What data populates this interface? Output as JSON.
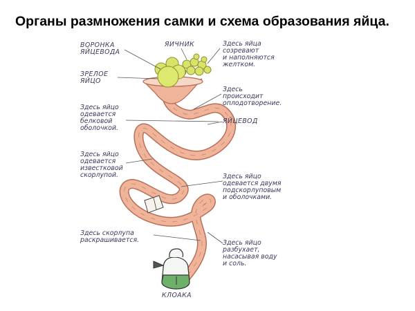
{
  "title": "Органы размножения самки  и схема образования яйца.",
  "labels": {
    "funnel": [
      "ВОРОНКА",
      "ЯЙЦЕВОДА"
    ],
    "ovary": "ЯИЧНИК",
    "mature_egg": [
      "ЗРЕЛОЕ",
      "ЯЙЦО"
    ],
    "ovary_note": [
      "Здесь яйца",
      "созревают",
      "и наполняются",
      "желтком."
    ],
    "fertilization": [
      "Здесь",
      "происходит",
      "оплодотворение."
    ],
    "oviduct": "ЯЙЦЕВОД",
    "albumen": [
      "Здесь яйцо",
      "одевается",
      "белковой",
      "оболочкой."
    ],
    "shell": [
      "Здесь яйцо",
      "одевается",
      "известковой",
      "скорлупой."
    ],
    "membranes": [
      "Здесь яйцо",
      "одевается двумя",
      "подскорлуповым",
      "и оболочками."
    ],
    "coloring": [
      "Здесь скорлупа",
      "раскрашивается."
    ],
    "swelling": [
      "Здесь яйцо",
      "разбухает,",
      "насасывая воду",
      "и соль."
    ],
    "cloaca": "КЛОАКА"
  },
  "colors": {
    "oviduct_fill": "#efb49a",
    "oviduct_edge": "#b86f58",
    "yolk": "#d9e36a",
    "cloaca_fill": "#6fb069",
    "label_text": "#3a3a5c"
  }
}
